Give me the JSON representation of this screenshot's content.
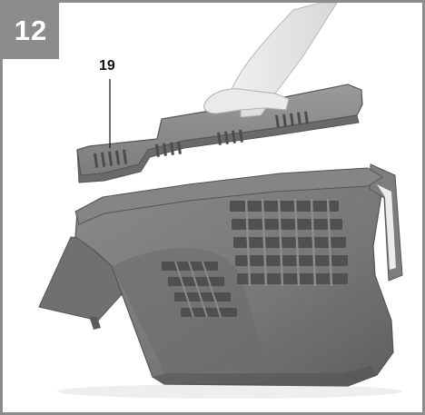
{
  "figure": {
    "step_number": "12",
    "callouts": [
      {
        "label": "19"
      }
    ]
  },
  "colors": {
    "frame_border": "#8c8c8c",
    "badge_background": "#8c8c8c",
    "badge_text": "#ffffff",
    "housing": "#7a7a7a",
    "lid": "#888888"
  },
  "icons": {
    "illustration": "lawnmower-grass-box-lid-removal-photo"
  }
}
